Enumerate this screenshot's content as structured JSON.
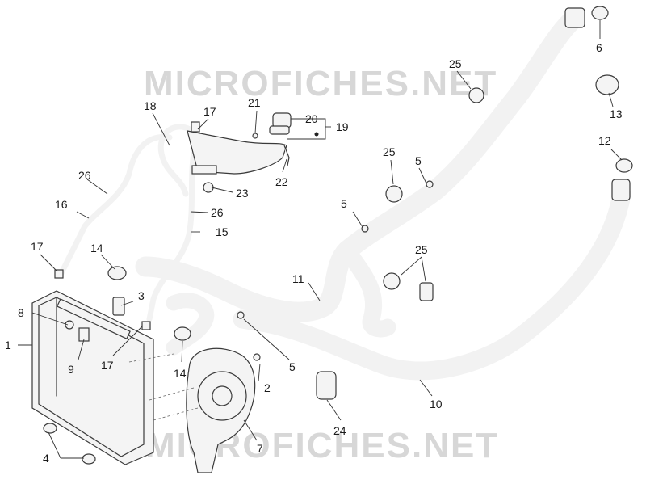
{
  "watermark": {
    "text": "MICROFICHES.NET"
  },
  "callouts": [
    {
      "id": "c1",
      "label": "1"
    },
    {
      "id": "c2",
      "label": "2"
    },
    {
      "id": "c3",
      "label": "3"
    },
    {
      "id": "c4",
      "label": "4"
    },
    {
      "id": "c5a",
      "label": "5"
    },
    {
      "id": "c5b",
      "label": "5"
    },
    {
      "id": "c5c",
      "label": "5"
    },
    {
      "id": "c6",
      "label": "6"
    },
    {
      "id": "c7",
      "label": "7"
    },
    {
      "id": "c8",
      "label": "8"
    },
    {
      "id": "c9",
      "label": "9"
    },
    {
      "id": "c10",
      "label": "10"
    },
    {
      "id": "c11",
      "label": "11"
    },
    {
      "id": "c12",
      "label": "12"
    },
    {
      "id": "c13",
      "label": "13"
    },
    {
      "id": "c14a",
      "label": "14"
    },
    {
      "id": "c14b",
      "label": "14"
    },
    {
      "id": "c15",
      "label": "15"
    },
    {
      "id": "c16",
      "label": "16"
    },
    {
      "id": "c17a",
      "label": "17"
    },
    {
      "id": "c17b",
      "label": "17"
    },
    {
      "id": "c17c",
      "label": "17"
    },
    {
      "id": "c18",
      "label": "18"
    },
    {
      "id": "c19",
      "label": "19"
    },
    {
      "id": "c20",
      "label": "20"
    },
    {
      "id": "c21",
      "label": "21"
    },
    {
      "id": "c22",
      "label": "22"
    },
    {
      "id": "c23",
      "label": "23"
    },
    {
      "id": "c24",
      "label": "24"
    },
    {
      "id": "c25a",
      "label": "25"
    },
    {
      "id": "c25b",
      "label": "25"
    },
    {
      "id": "c25c",
      "label": "25"
    },
    {
      "id": "c26a",
      "label": "26"
    },
    {
      "id": "c26b",
      "label": "26"
    }
  ]
}
